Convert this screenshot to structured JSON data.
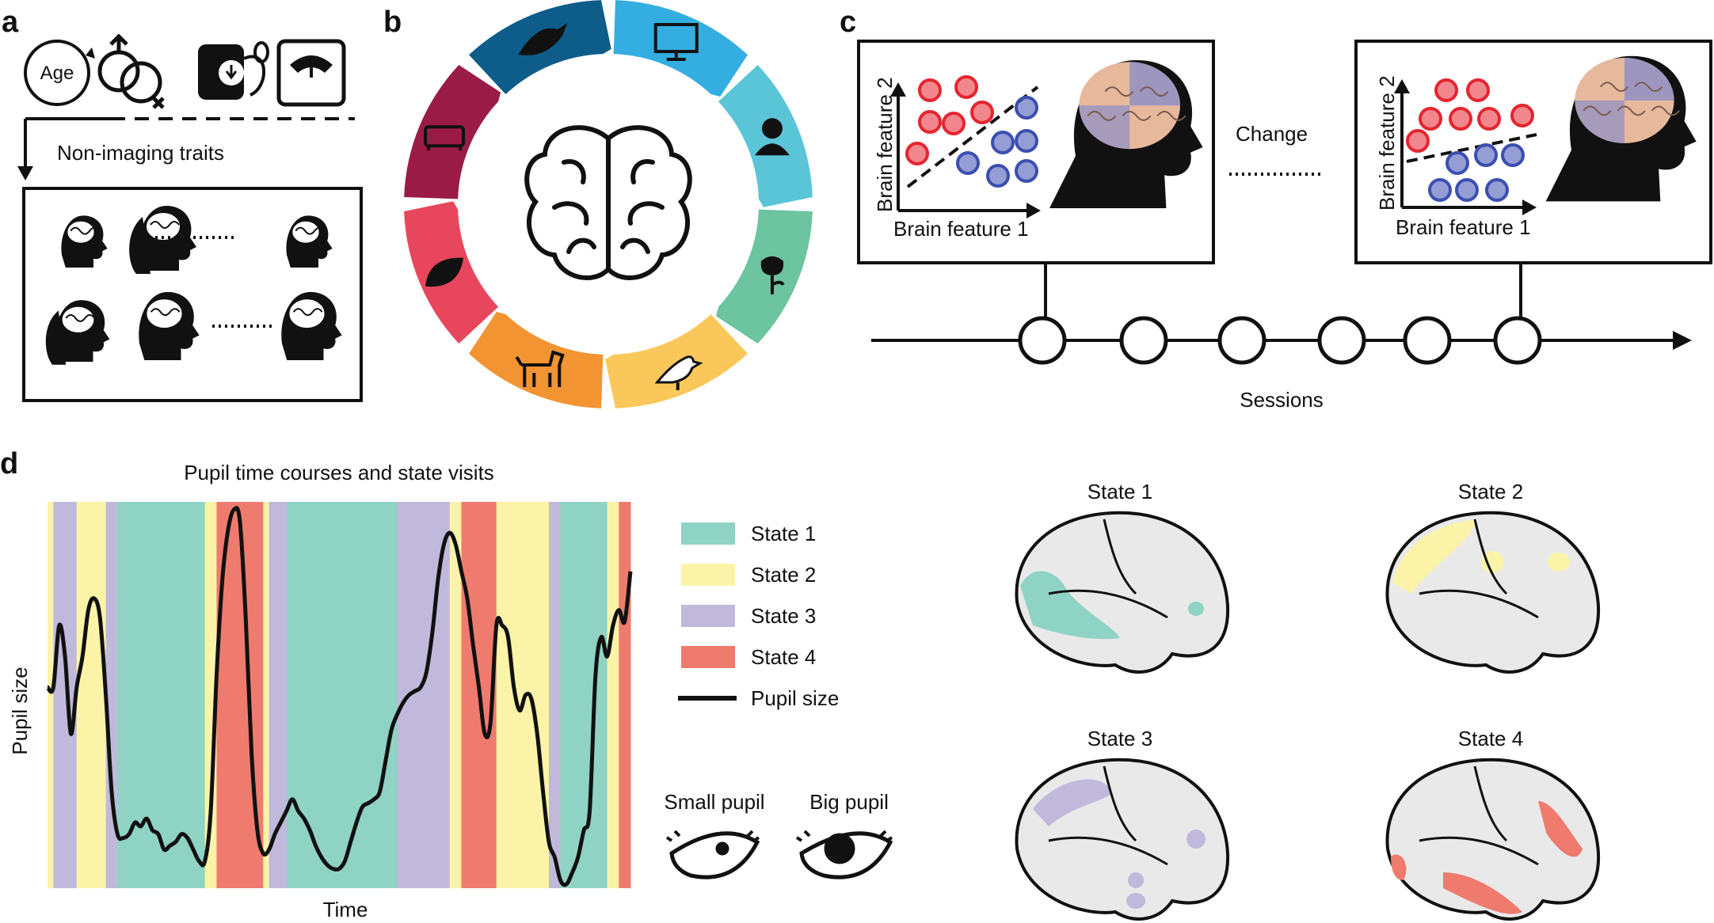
{
  "panels": {
    "a": {
      "label": "a",
      "age_text": "Age",
      "traits_label": "Non-imaging traits",
      "icons": [
        "age-icon",
        "sex-icon",
        "blood-pressure-icon",
        "weighing-scale-icon"
      ]
    },
    "b": {
      "label": "b",
      "segments": [
        {
          "icon": "monitor-icon",
          "color": "#34aee0"
        },
        {
          "icon": "person-icon",
          "color": "#5bc5d8"
        },
        {
          "icon": "rose-icon",
          "color": "#6cc4a0"
        },
        {
          "icon": "bird-icon",
          "color": "#fac85a"
        },
        {
          "icon": "dog-icon",
          "color": "#f39433"
        },
        {
          "icon": "leaf-icon",
          "color": "#e8465c"
        },
        {
          "icon": "sofa-icon",
          "color": "#9a1c46"
        },
        {
          "icon": "fish-icon",
          "color": "#0e5c8a"
        }
      ],
      "center_icon": "brain-icon"
    },
    "c": {
      "label": "c",
      "ylabel": "Brain feature 2",
      "xlabel": "Brain feature 1",
      "change_text": "Change",
      "sessions_text": "Sessions",
      "session_count": 6
    },
    "d": {
      "label": "d",
      "chart_title": "Pupil time courses and state visits",
      "ylabel": "Pupil size",
      "xlabel": "Time",
      "legend": [
        {
          "label": "State 1",
          "color": "#8fd3c4"
        },
        {
          "label": "State 2",
          "color": "#fbf4a8"
        },
        {
          "label": "State 3",
          "color": "#c0b9dc"
        },
        {
          "label": "State 4",
          "color": "#ef7b6e"
        },
        {
          "label": "Pupil size",
          "color": "#111111"
        }
      ],
      "small_pupil_text": "Small pupil",
      "big_pupil_text": "Big pupil",
      "brain_maps": [
        {
          "title": "State 1",
          "color": "#8fd3c4"
        },
        {
          "title": "State 2",
          "color": "#fbf4a8"
        },
        {
          "title": "State 3",
          "color": "#c0b9dc"
        },
        {
          "title": "State 4",
          "color": "#ef7b6e"
        }
      ]
    }
  },
  "chart_data": {
    "type": "line",
    "title": "Pupil time courses and state visits",
    "xlabel": "Time",
    "ylabel": "Pupil size",
    "xlim": [
      0,
      100
    ],
    "ylim": [
      0,
      100
    ],
    "state_bands": [
      {
        "state": 2,
        "start": 0,
        "end": 1
      },
      {
        "state": 3,
        "start": 1,
        "end": 5
      },
      {
        "state": 2,
        "start": 5,
        "end": 10
      },
      {
        "state": 3,
        "start": 10,
        "end": 12
      },
      {
        "state": 1,
        "start": 12,
        "end": 27
      },
      {
        "state": 2,
        "start": 27,
        "end": 29
      },
      {
        "state": 4,
        "start": 29,
        "end": 37
      },
      {
        "state": 2,
        "start": 37,
        "end": 38
      },
      {
        "state": 3,
        "start": 38,
        "end": 41
      },
      {
        "state": 1,
        "start": 41,
        "end": 60
      },
      {
        "state": 3,
        "start": 60,
        "end": 69
      },
      {
        "state": 2,
        "start": 69,
        "end": 71
      },
      {
        "state": 4,
        "start": 71,
        "end": 77
      },
      {
        "state": 2,
        "start": 77,
        "end": 86
      },
      {
        "state": 3,
        "start": 86,
        "end": 88
      },
      {
        "state": 1,
        "start": 88,
        "end": 96
      },
      {
        "state": 2,
        "start": 96,
        "end": 98
      },
      {
        "state": 4,
        "start": 98,
        "end": 100
      }
    ],
    "series": [
      {
        "name": "Pupil size",
        "x": [
          0,
          1,
          2,
          3,
          4,
          5,
          6,
          7,
          8,
          9,
          10,
          11,
          12,
          13,
          14,
          15,
          16,
          17,
          18,
          19,
          20,
          21,
          22,
          23,
          24,
          25,
          26,
          27,
          28,
          29,
          30,
          31,
          32,
          33,
          34,
          35,
          36,
          37,
          38,
          39,
          40,
          41,
          42,
          43,
          44,
          45,
          46,
          47,
          48,
          49,
          50,
          51,
          52,
          53,
          54,
          55,
          56,
          57,
          58,
          59,
          60,
          61,
          62,
          63,
          64,
          65,
          66,
          67,
          68,
          69,
          70,
          71,
          72,
          73,
          74,
          75,
          76,
          77,
          78,
          79,
          80,
          81,
          82,
          83,
          84,
          85,
          86,
          87,
          88,
          89,
          90,
          91,
          92,
          93,
          94,
          95,
          96,
          97,
          98,
          99,
          100
        ],
        "y": [
          52,
          52,
          68,
          60,
          40,
          52,
          60,
          72,
          75,
          70,
          50,
          25,
          14,
          13,
          14,
          17,
          16,
          18,
          15,
          14,
          10,
          11,
          12,
          14,
          13,
          10,
          7,
          7,
          20,
          55,
          80,
          93,
          98,
          95,
          70,
          35,
          15,
          9,
          10,
          14,
          17,
          20,
          23,
          20,
          18,
          15,
          11,
          8,
          6,
          5,
          5,
          7,
          12,
          17,
          21,
          22,
          23,
          25,
          33,
          41,
          45,
          48,
          50,
          51,
          52,
          56,
          66,
          80,
          89,
          92,
          89,
          82,
          75,
          63,
          52,
          40,
          43,
          68,
          68,
          65,
          52,
          46,
          50,
          49,
          40,
          25,
          12,
          8,
          2,
          1,
          4,
          8,
          15,
          20,
          55,
          65,
          60,
          68,
          72,
          69,
          82
        ]
      }
    ]
  }
}
